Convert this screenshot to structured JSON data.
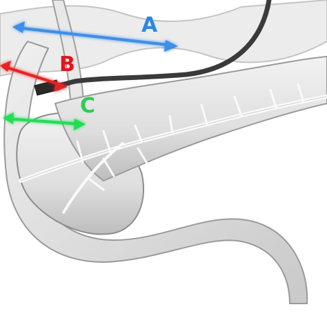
{
  "labels": {
    "a": "A",
    "b": "B",
    "c": "C"
  },
  "colors": {
    "arrow_a": "#3d8fe8",
    "arrow_b": "#e82020",
    "arrow_c": "#22dd55",
    "label_a": "#2f86e0",
    "label_b": "#e01818",
    "label_c": "#2ecc55",
    "catheter": "#3a3a3a",
    "organ_fill": "#e4e4e4",
    "organ_shadow": "#b8b8b8",
    "duct": "#fafafa"
  }
}
